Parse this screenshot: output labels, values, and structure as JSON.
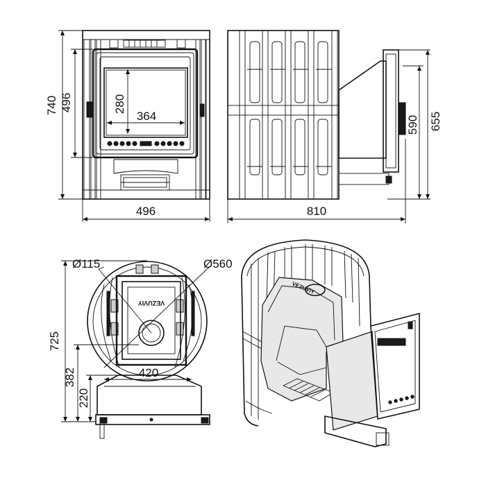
{
  "front_view": {
    "height_total": "740",
    "height_body": "496",
    "door_height": "280",
    "door_width": "364",
    "width": "496"
  },
  "side_view": {
    "depth": "810",
    "height_a": "590",
    "height_b": "655"
  },
  "top_view": {
    "chimney_diameter": "Ø115",
    "body_diameter": "Ø560",
    "depth_total": "725",
    "chimney_offset": "382",
    "tunnel_offset": "220",
    "tunnel_width": "420",
    "logo_text": "VEZUVIY"
  },
  "iso_view": {
    "logo_text": "VEZUVIY"
  }
}
